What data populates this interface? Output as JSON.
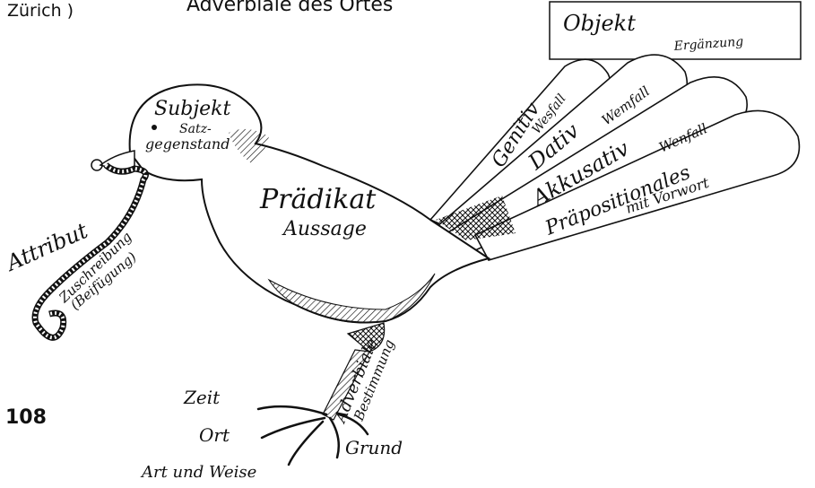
{
  "header": {
    "left_fragment": "Zürich )",
    "title_fragment": "Adverbiale des Ortes"
  },
  "page_number": "108",
  "object_box": {
    "title": "Objekt",
    "subtitle": "Ergänzung"
  },
  "head": {
    "title": "Subjekt",
    "subtitle_line1": "Satz-",
    "subtitle_line2": "gegenstand"
  },
  "body": {
    "title": "Prädikat",
    "subtitle": "Aussage"
  },
  "tail_feathers": [
    {
      "line1": "Genitiv",
      "line2": "Wesfall"
    },
    {
      "line1": "Dativ",
      "line2": "Wemfall"
    },
    {
      "line1": "Akkusativ",
      "line2": "Wenfall"
    },
    {
      "line1": "Präpositionales",
      "line2": "mit Vorwort"
    }
  ],
  "worm": {
    "title": "Attribut",
    "subtitle_line1": "Zuschreibung",
    "subtitle_line2": "(Beifügung)"
  },
  "leg": {
    "line1": "Adverbiale",
    "line2": "Bestimmung"
  },
  "claws": {
    "time": "Zeit",
    "place": "Ort",
    "manner": "Art und Weise",
    "reason": "Grund"
  },
  "colors": {
    "ink": "#111111",
    "paper": "#ffffff"
  }
}
